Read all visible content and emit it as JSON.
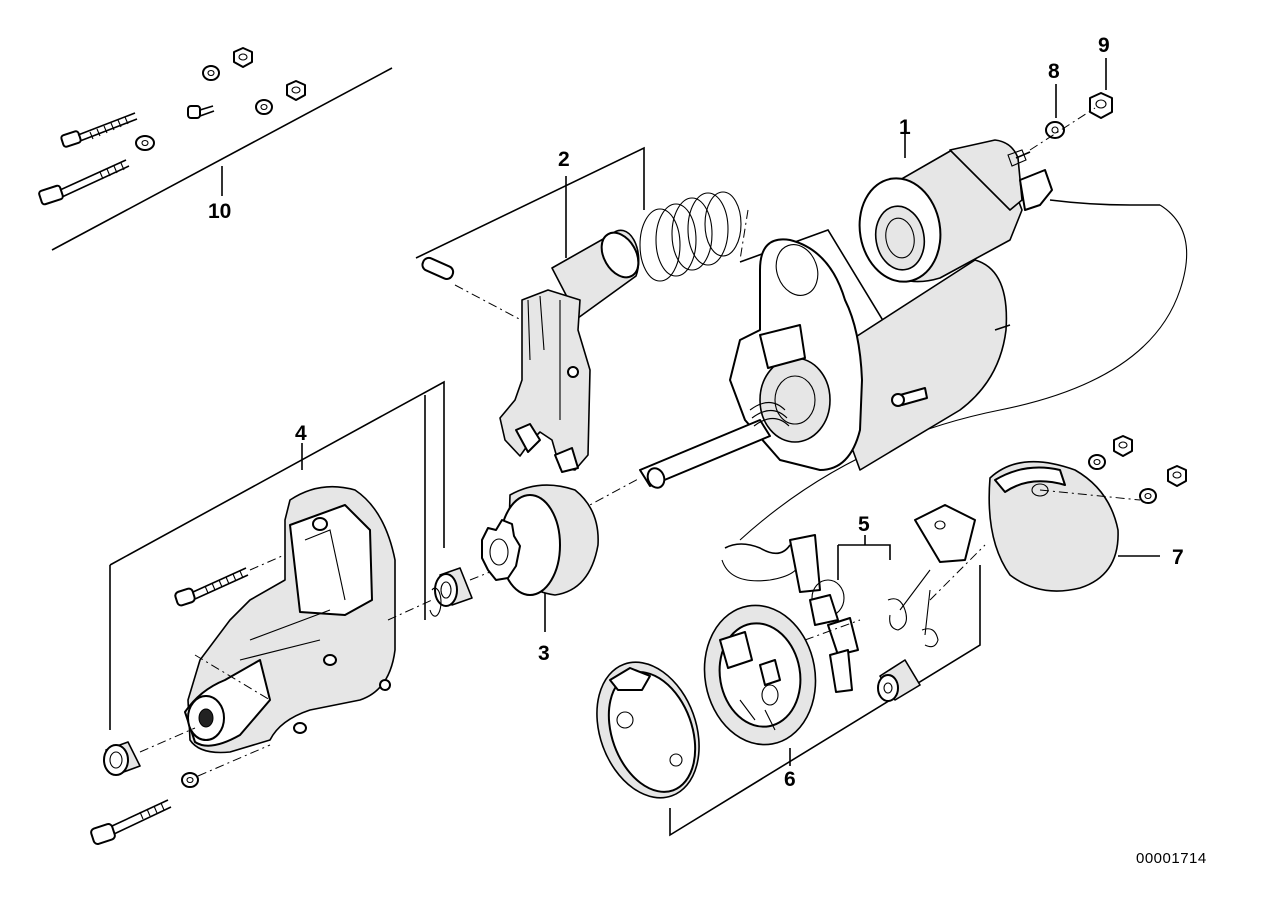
{
  "diagram": {
    "reference_number": "00001714",
    "callouts": [
      {
        "id": "1",
        "label": "1"
      },
      {
        "id": "2",
        "label": "2"
      },
      {
        "id": "3",
        "label": "3"
      },
      {
        "id": "4",
        "label": "4"
      },
      {
        "id": "5",
        "label": "5"
      },
      {
        "id": "6",
        "label": "6"
      },
      {
        "id": "7",
        "label": "7"
      },
      {
        "id": "8",
        "label": "8"
      },
      {
        "id": "9",
        "label": "9"
      },
      {
        "id": "10",
        "label": "10"
      }
    ]
  }
}
